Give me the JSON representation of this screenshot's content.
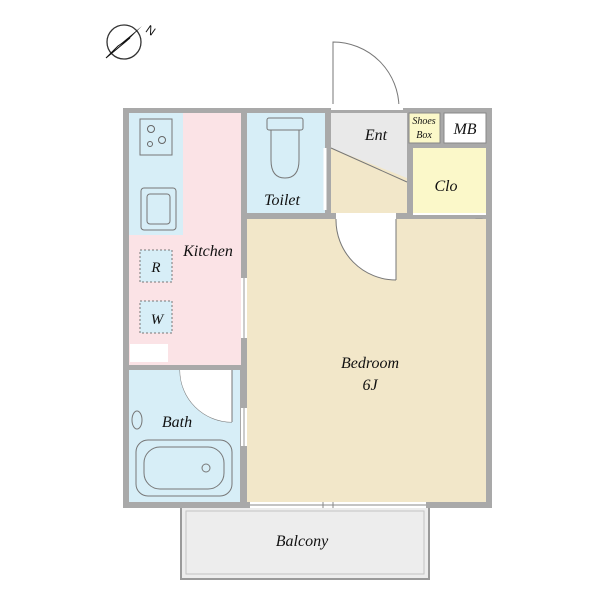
{
  "compass": {
    "direction_letter": "N"
  },
  "rooms": {
    "entrance": "Ent",
    "shoes_box_line1": "Shoes",
    "shoes_box_line2": "Box",
    "meter_box": "MB",
    "closet": "Clo",
    "toilet": "Toilet",
    "kitchen": "Kitchen",
    "refrigerator": "R",
    "washer": "W",
    "bath": "Bath",
    "bedroom": "Bedroom",
    "bedroom_size": "6J",
    "balcony": "Balcony"
  },
  "colors": {
    "wall": "#a9a9a9",
    "kitchen": "#fbe3e6",
    "wet_area": "#d7eef7",
    "bedroom": "#f2e7c9",
    "closet": "#fbf8c9",
    "entrance": "#e9e9e9",
    "balcony": "#ededed"
  }
}
